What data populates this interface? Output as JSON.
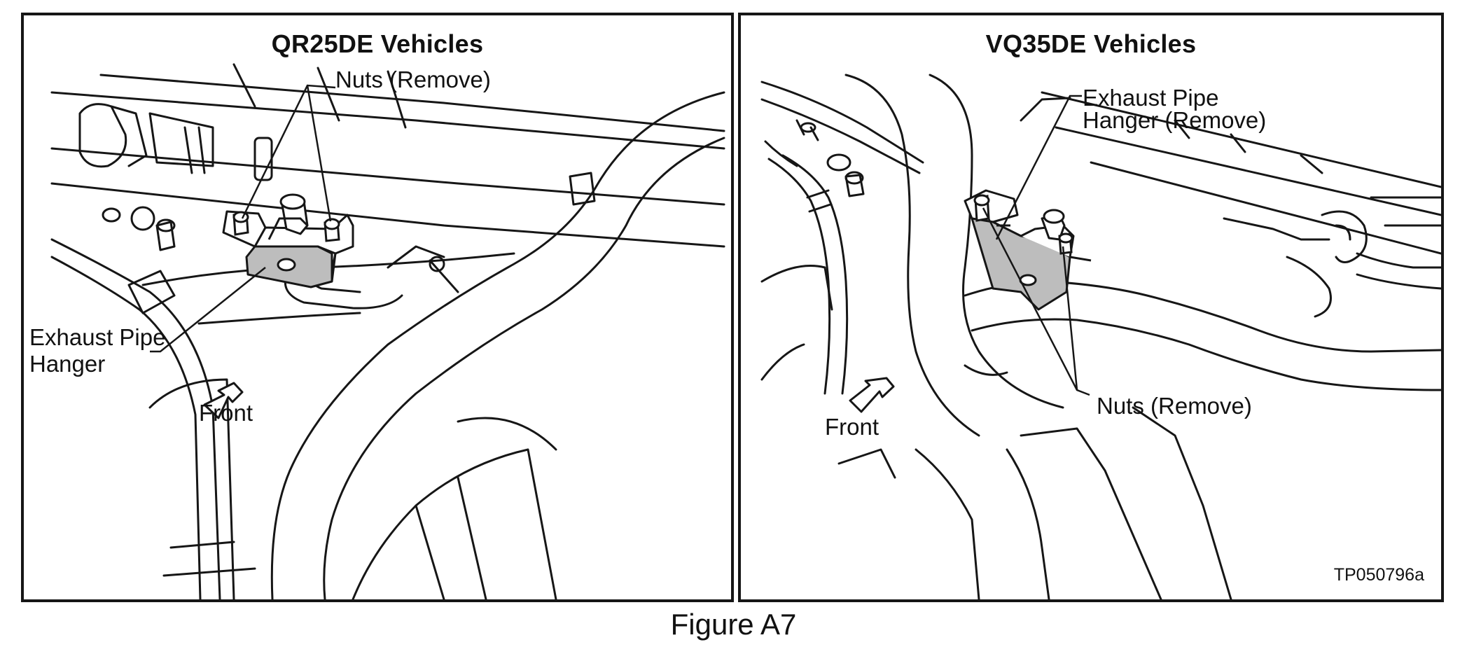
{
  "panels": [
    {
      "title": "QR25DE Vehicles",
      "labels": {
        "nuts": "Nuts (Remove)",
        "hanger_line1": "Exhaust Pipe",
        "hanger_line2": "Hanger",
        "front": "Front"
      }
    },
    {
      "title": "VQ35DE Vehicles",
      "labels": {
        "hanger_line1": "Exhaust Pipe",
        "hanger_line2": "Hanger (Remove)",
        "nuts": "Nuts (Remove)",
        "front": "Front"
      },
      "figure_code": "TP050796a"
    }
  ],
  "caption": "Figure A7",
  "colors": {
    "line": "#161616",
    "highlight": "#bdbdbd",
    "paper": "#ffffff"
  }
}
